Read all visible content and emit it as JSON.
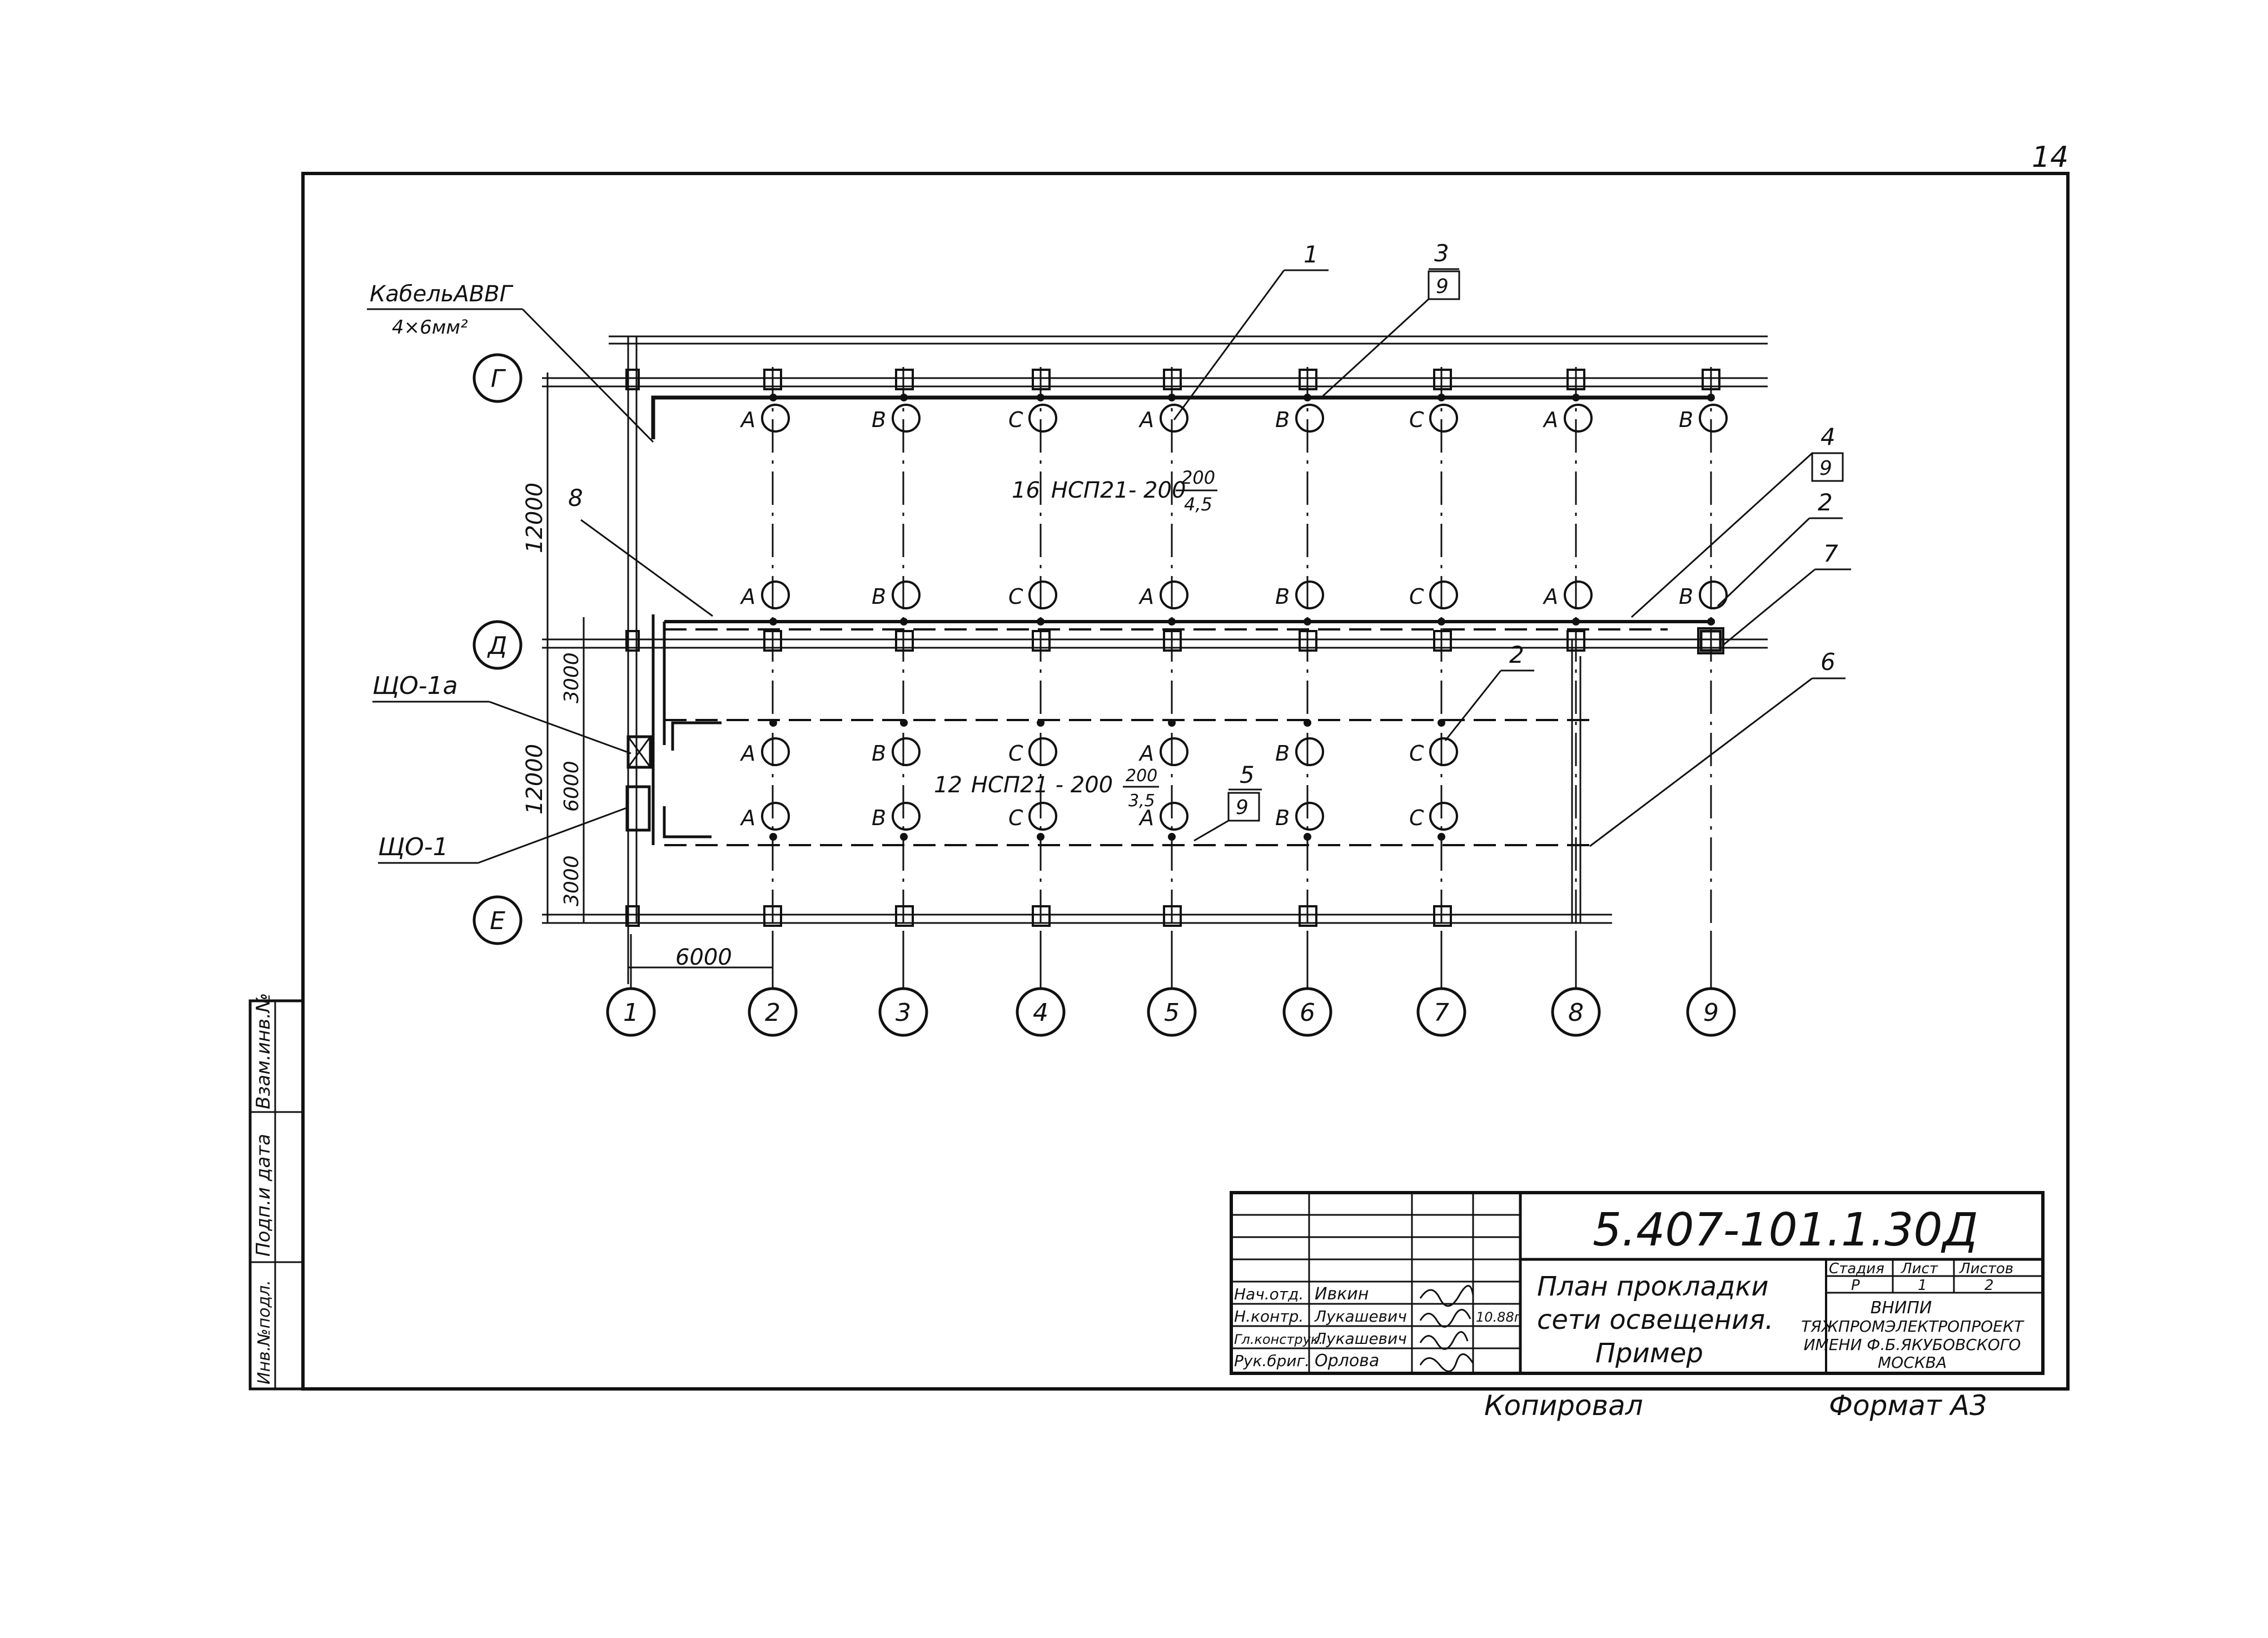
{
  "sheet_number": "14",
  "cable_label": "КабельАВВГ",
  "cable_spec": "4×6мм²",
  "panel_a_label": "ЩО-1а",
  "panel_label": "ЩО-1",
  "grid_axes_h": [
    "1",
    "2",
    "3",
    "4",
    "5",
    "6",
    "7",
    "8",
    "9"
  ],
  "grid_axes_v": [
    "Г",
    "Д",
    "Е"
  ],
  "dims": {
    "left_top": "12000",
    "left_mid_top": "3000",
    "left_mid": "6000",
    "left_big": "12000",
    "left_bottom": "3000",
    "bottom": "6000"
  },
  "upper_zone": {
    "fixture_count": "16",
    "fixture_type": "НСП21- 200",
    "power": "200",
    "height": "4,5",
    "row1_phases": [
      "А",
      "В",
      "С",
      "А",
      "В",
      "С",
      "А",
      "В"
    ],
    "row2_phases": [
      "А",
      "В",
      "С",
      "А",
      "В",
      "С",
      "А",
      "В"
    ]
  },
  "lower_zone": {
    "fixture_count": "12",
    "fixture_type": "НСП21 - 200",
    "power": "200",
    "height": "3,5",
    "row1_phases": [
      "А",
      "В",
      "С",
      "А",
      "В",
      "С"
    ],
    "row2_phases": [
      "А",
      "В",
      "С",
      "А",
      "В",
      "С"
    ]
  },
  "callouts": {
    "c1": "1",
    "c2a": "2",
    "c2b": "2",
    "c3": "3",
    "c3box": "9",
    "c4": "4",
    "c4box": "9",
    "c5": "5",
    "c5box": "9",
    "c6": "6",
    "c7": "7",
    "c8": "8"
  },
  "title_block": {
    "doc_code": "5.407-101.1.30Д",
    "title_line1": "План прокладки",
    "title_line2": "сети освещения.",
    "title_line3": "Пример",
    "col_stage": "Стадия",
    "col_sheet": "Лист",
    "col_sheets": "Листов",
    "stage": "Р",
    "sheet": "1",
    "sheets": "2",
    "org_line1": "ВНИПИ",
    "org_line2": "ТЯЖПРОМЭЛЕКТРОПРОЕКТ",
    "org_line3": "ИМЕНИ Ф.Б.ЯКУБОВСКОГО",
    "org_line4": "МОСКВА",
    "roles": [
      "Нач.отд.",
      "Н.контр.",
      "Гл.конструк.",
      "Рук.бриг."
    ],
    "names": [
      "Ивкин",
      "Лукашевич",
      "Лукашевич",
      "Орлова"
    ],
    "date": "10.88г"
  },
  "side_stamp": [
    "Инв.№подл.",
    "Подп.и дата",
    "Взам.инв.№"
  ],
  "footer_copied": "Копировал",
  "footer_format": "Формат А3"
}
